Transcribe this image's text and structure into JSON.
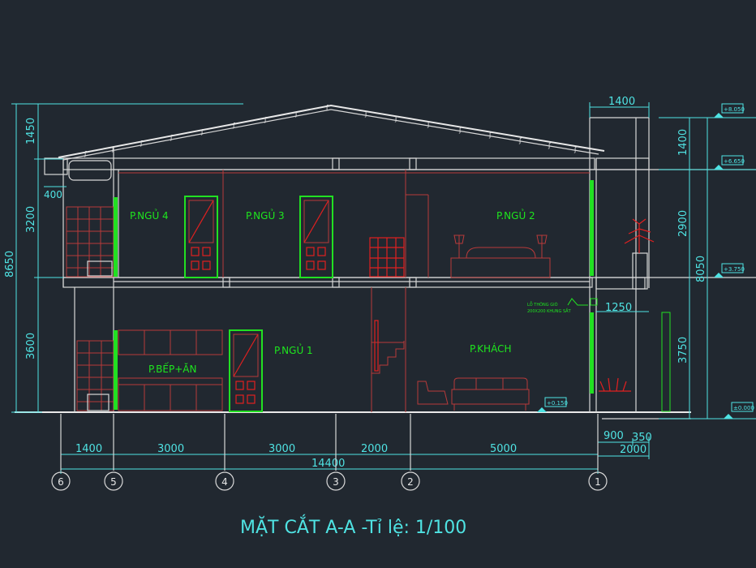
{
  "title": "MẶT CẮT A-A -Tỉ lệ: 1/100",
  "rooms": {
    "bedroom4": "P.NGỦ 4",
    "bedroom3": "P.NGỦ 3",
    "bedroom2": "P.NGỦ 2",
    "bedroom1": "P.NGỦ 1",
    "kitchen": "P.BẾP+ĂN",
    "living": "P.KHÁCH"
  },
  "vent_note": {
    "line1": "LỖ THÔNG GIÓ",
    "line2": "200X200 KHUNG SẮT"
  },
  "dims": {
    "bottom": [
      "1400",
      "3000",
      "3000",
      "2000",
      "5000"
    ],
    "total": "14400",
    "right_900": "900",
    "right_350": "350",
    "right_2000": "2000",
    "right_1250": "1250",
    "top_1400": "1400",
    "left": [
      "1450",
      "400",
      "3200",
      "3600"
    ],
    "left_total": "8650",
    "right_v": [
      "1400",
      "2900",
      "3750"
    ],
    "right_total": "8050"
  },
  "levels": {
    "top": "+8.050",
    "eave": "+6.650",
    "floor2": "+3.750",
    "ground": "+0.150",
    "zero": "±0.000"
  },
  "axes": [
    "6",
    "5",
    "4",
    "3",
    "2",
    "1"
  ]
}
